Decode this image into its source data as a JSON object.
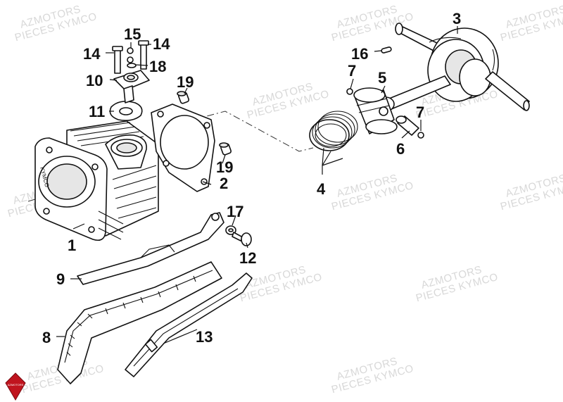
{
  "watermarks": [
    {
      "line1": "AZMOTORS",
      "line2": "PIECES KYMCO"
    },
    {
      "line1": "AZMOTORS",
      "line2": "PIECES KYMCO"
    },
    {
      "line1": "AZMOTORS",
      "line2": "PIECES KYMCO"
    },
    {
      "line1": "AZMOTORS",
      "line2": "PIECES KYMCO"
    },
    {
      "line1": "AZMOTORS",
      "line2": "PIECES KYMCO"
    },
    {
      "line1": "AZMOTORS",
      "line2": "PIECES KYMCO"
    },
    {
      "line1": "AZMOTORS",
      "line2": "PIECES KYMCO"
    },
    {
      "line1": "AZMOTORS",
      "line2": "PIECES KYMCO"
    },
    {
      "line1": "AZMOTORS",
      "line2": "PIECES KYMCO"
    },
    {
      "line1": "AZMOTORS",
      "line2": "PIECES KYMCO"
    },
    {
      "line1": "AZMOTORS",
      "line2": "PIECES KYMCO"
    },
    {
      "line1": "AZMOTORS",
      "line2": "PIECES KYMCO"
    }
  ],
  "cylinder_brand": "KYMCO",
  "logo_text": "AZMOTORS",
  "colors": {
    "logo": "#c0141e",
    "watermark": "#d8d8d8",
    "ink": "#111111"
  },
  "callouts": {
    "c1": "1",
    "c2": "2",
    "c3": "3",
    "c4": "4",
    "c5": "5",
    "c6": "6",
    "c7a": "7",
    "c7b": "7",
    "c8": "8",
    "c9": "9",
    "c10": "10",
    "c11": "11",
    "c12": "12",
    "c13": "13",
    "c14a": "14",
    "c14b": "14",
    "c15": "15",
    "c16": "16",
    "c17": "17",
    "c18": "18",
    "c19a": "19",
    "c19b": "19"
  }
}
